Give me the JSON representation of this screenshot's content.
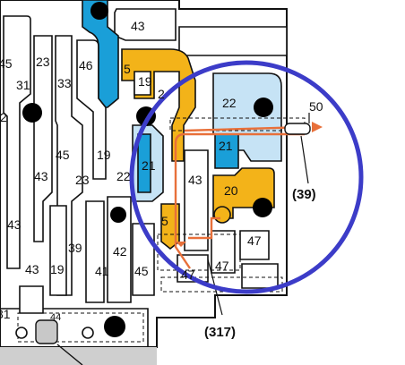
{
  "diagram": {
    "callouts": {
      "c39": "(39)",
      "c317": "(317)"
    },
    "labels": {
      "l43top": "43",
      "l45left": "45",
      "l23": "23",
      "l46": "46",
      "l31": "31",
      "l33": "33",
      "l5top": "5",
      "l19top": "19",
      "l2top": "2",
      "l2left": "2",
      "l22right": "22",
      "l50": "50",
      "l45mid": "45",
      "l19mid": "19",
      "l22mid": "22",
      "l21left": "21",
      "l21right": "21",
      "l43left": "43",
      "l23mid": "23",
      "l43mid": "43",
      "l20": "20",
      "l43low": "43",
      "l5low": "5",
      "l39": "39",
      "l42": "42",
      "l47a": "47",
      "l47b": "47",
      "l47c": "47",
      "l43bot": "43",
      "l19bot": "19",
      "l41": "41",
      "l45bot": "45",
      "l44": "44",
      "l31left": "31"
    },
    "colors": {
      "blue_channel": "#1a9fd8",
      "light_blue_channel": "#c6e3f5",
      "yellow_channel": "#f3b319",
      "flow_arrow": "#e8703a",
      "highlight_circle": "#3c3cc8"
    }
  }
}
